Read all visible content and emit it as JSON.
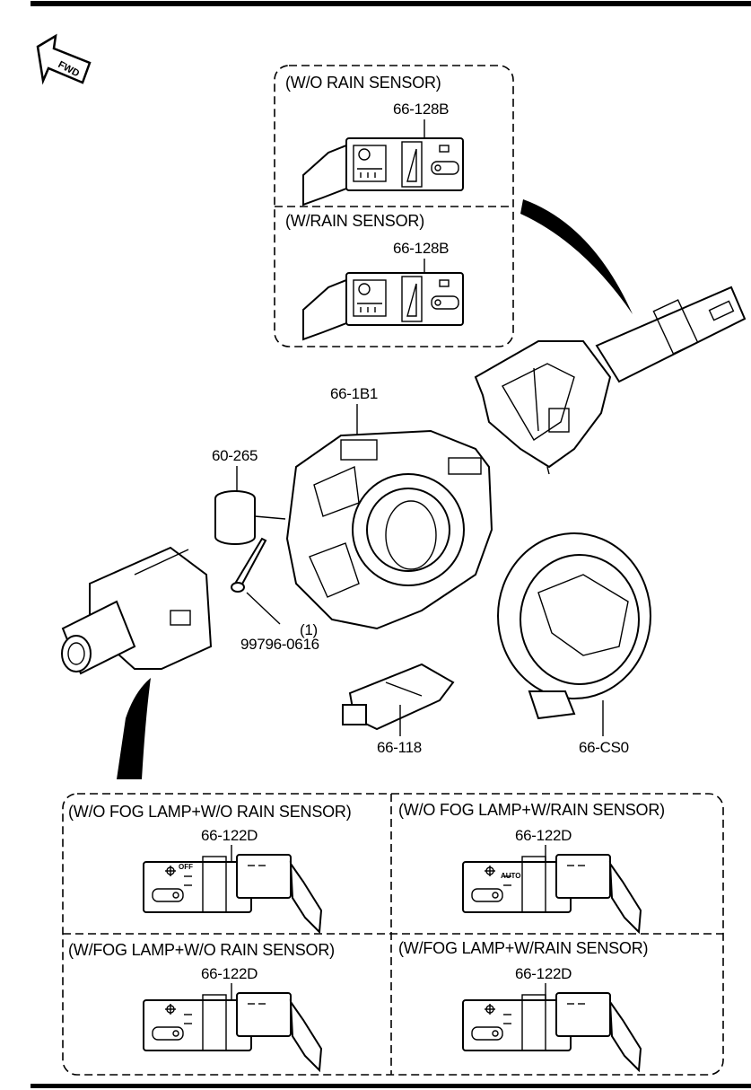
{
  "fwd_label": "FWD",
  "callouts": {
    "wiper_box_top_header": "(W/O RAIN SENSOR)",
    "wiper_box_bottom_header": "(W/RAIN SENSOR)",
    "wiper_part_no_1": "66-128B",
    "wiper_part_no_2": "66-128B",
    "combination_body": "66-1B1",
    "cover": "60-265",
    "screw": "99796-0616",
    "screw_qty": "(1)",
    "connector": "66-118",
    "clock_spring": "66-CS0"
  },
  "light_panels": [
    {
      "header": "(W/O FOG LAMP+W/O RAIN SENSOR)",
      "part_no": "66-122D"
    },
    {
      "header": "(W/O FOG LAMP+W/RAIN SENSOR)",
      "part_no": "66-122D"
    },
    {
      "header": "(W/FOG LAMP+W/O RAIN SENSOR)",
      "part_no": "66-122D"
    },
    {
      "header": "(W/FOG LAMP+W/RAIN SENSOR)",
      "part_no": "66-122D"
    }
  ],
  "switch_marks": {
    "off": "OFF",
    "auto": "AUTO"
  }
}
